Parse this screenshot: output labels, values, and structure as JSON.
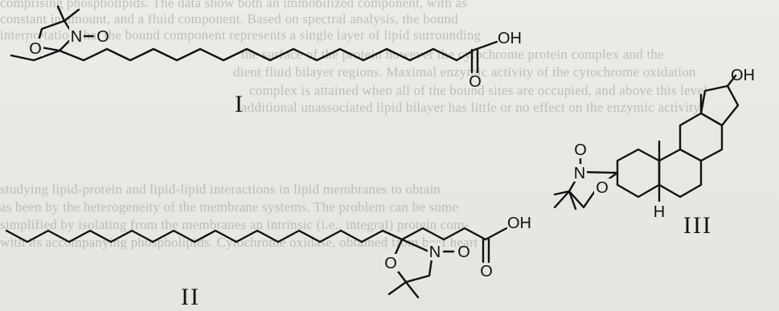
{
  "background_text": [
    "comprising phospholipids. The data show both an immobilized component, with as",
    "constant in amount, and a fluid component. Based on spectral analysis, the bound",
    "interpretation that the bound component represents a single layer of lipid surrounding",
    "the surface of the protein however the cytochrome protein complex and the",
    "dient fluid bilayer regions. Maximal enzymic activity of the cytochrome oxidation",
    "complex is attained when all of the bound sites are occupied, and above this level",
    "additional unassociated lipid bilayer has little or no effect on the enzymic activity.",
    "studying lipid-protein and lipid-lipid interactions in lipid membranes to obtain",
    "as been by the heterogeneity of the membrane systems. The problem can be some",
    "simplified by isolating from the membranes an intrinsic (i.e., integral) protein com-",
    "with its accompanying phospholipids. Cytochrome oxidase, obtained from beef heart"
  ],
  "structures": [
    {
      "label": "I",
      "atoms": [
        "O",
        "N",
        "O",
        "O",
        "OH"
      ]
    },
    {
      "label": "II",
      "atoms": [
        "O",
        "N",
        "O",
        "O",
        "OH"
      ]
    },
    {
      "label": "III",
      "atoms": [
        "OH",
        "O",
        "N",
        "O",
        "H"
      ]
    }
  ]
}
